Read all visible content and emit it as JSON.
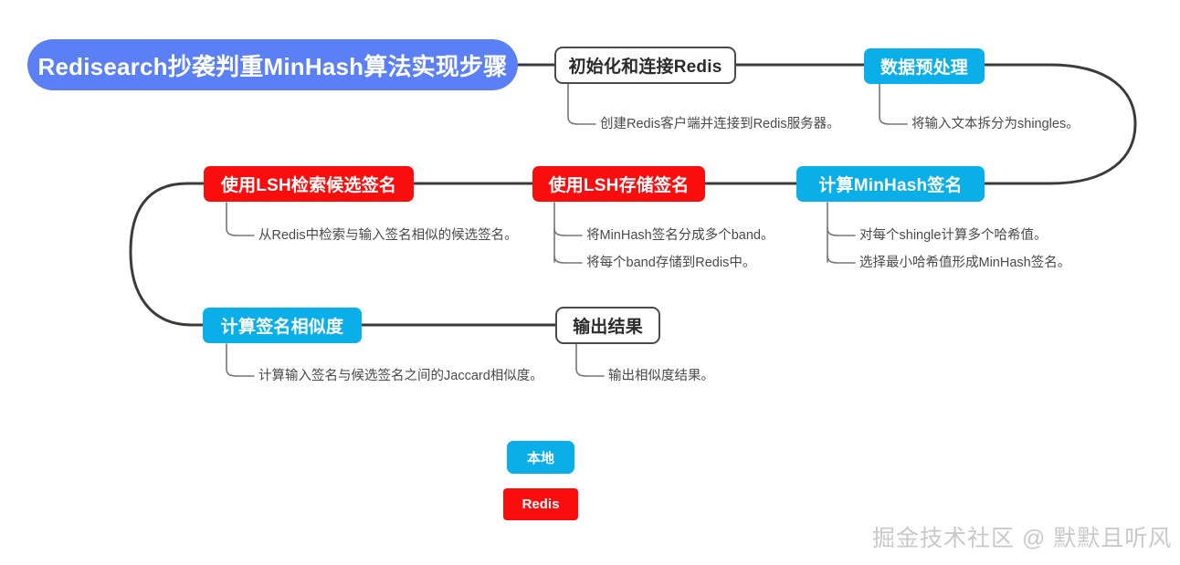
{
  "diagram": {
    "title_node": {
      "label": "Redisearch抄袭判重MinHash算法实现步骤",
      "color": "#5b7ff5"
    },
    "nodes": [
      {
        "id": "init",
        "label": "初始化和连接Redis",
        "style": "plain"
      },
      {
        "id": "preprocess",
        "label": "数据预处理",
        "style": "cyan"
      },
      {
        "id": "minhash",
        "label": "计算MinHash签名",
        "style": "cyan"
      },
      {
        "id": "lsh_store",
        "label": "使用LSH存储签名",
        "style": "red"
      },
      {
        "id": "lsh_query",
        "label": "使用LSH检索候选签名",
        "style": "red"
      },
      {
        "id": "similarity",
        "label": "计算签名相似度",
        "style": "cyan"
      },
      {
        "id": "output",
        "label": "输出结果",
        "style": "plain"
      }
    ],
    "annotations": {
      "init": [
        "创建Redis客户端并连接到Redis服务器。"
      ],
      "preprocess": [
        "将输入文本拆分为shingles。"
      ],
      "minhash": [
        "对每个shingle计算多个哈希值。",
        "选择最小哈希值形成MinHash签名。"
      ],
      "lsh_store": [
        "将MinHash签名分成多个band。",
        "将每个band存储到Redis中。"
      ],
      "lsh_query": [
        "从Redis中检索与输入签名相似的候选签名。"
      ],
      "similarity": [
        "计算输入签名与候选签名之间的Jaccard相似度。"
      ],
      "output": [
        "输出相似度结果。"
      ]
    },
    "legend": [
      {
        "label": "本地",
        "style": "cyan",
        "color": "#0aaee8"
      },
      {
        "label": "Redis",
        "style": "red",
        "color": "#fa0d0d"
      }
    ],
    "watermark": "掘金技术社区 @ 默默且听风",
    "edge_color": "#3b3b3b"
  }
}
